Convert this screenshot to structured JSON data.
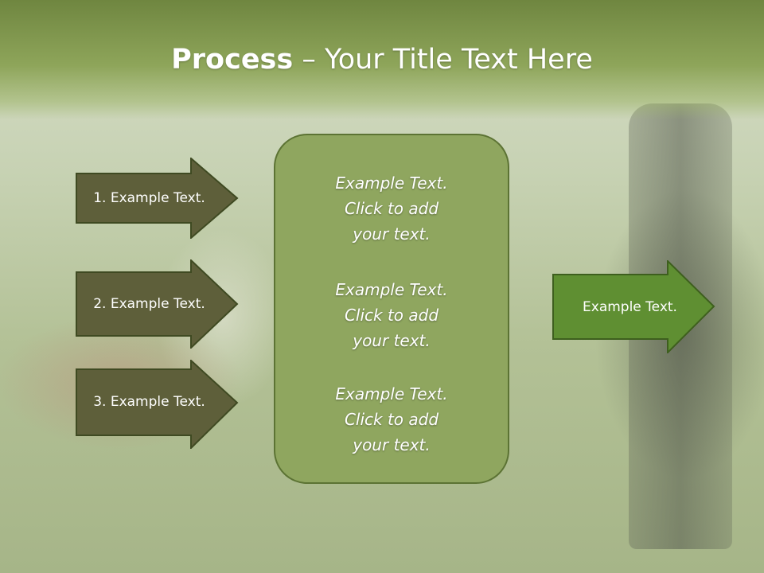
{
  "slide": {
    "title_bold": "Process",
    "title_rest": " – Your Title Text Here"
  },
  "left_arrows": [
    {
      "label": "1. Example Text."
    },
    {
      "label": "2. Example Text."
    },
    {
      "label": "3. Example Text."
    }
  ],
  "center_box": {
    "paragraphs": [
      {
        "line1": "Example Text.",
        "line2": "Click  to add",
        "line3": "your text."
      },
      {
        "line1": "Example Text.",
        "line2": "Click  to add",
        "line3": "your text."
      },
      {
        "line1": "Example Text.",
        "line2": "Click  to add",
        "line3": "your text."
      }
    ]
  },
  "right_arrow": {
    "label": "Example Text."
  },
  "colors": {
    "header_green": "#7d9448",
    "left_arrow_fill": "#5e5f3a",
    "center_box_fill": "#8fa65f",
    "right_arrow_fill": "#5f8f32"
  }
}
